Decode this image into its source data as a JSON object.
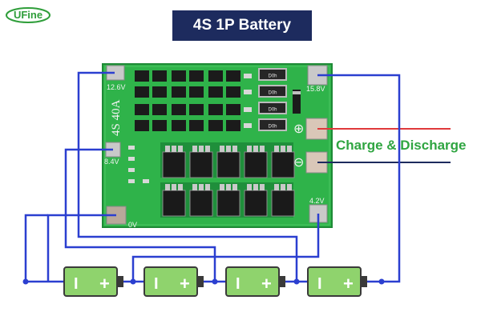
{
  "brand": {
    "logo_text": "UFine"
  },
  "title": "4S 1P Battery",
  "board": {
    "rating_text": "4S 40A",
    "resistor_text": "D0h",
    "pads": {
      "top_left": "12.6V",
      "mid_left": "8.4V",
      "bottom_left": "0V",
      "top_right": "15.8V",
      "bottom_right": "4.2V"
    }
  },
  "terminals": {
    "plus_symbol": "⊕",
    "minus_symbol": "⊖"
  },
  "charge_discharge_label": "Charge & Discharge",
  "batteries": [
    {
      "neg": "I",
      "pos": "+"
    },
    {
      "neg": "I",
      "pos": "+"
    },
    {
      "neg": "I",
      "pos": "+"
    },
    {
      "neg": "I",
      "pos": "+"
    }
  ],
  "colors": {
    "wire": "#2b3fd0",
    "positive_lead": "#e0393b",
    "negative_lead": "#1d2b5e",
    "board_green": "#2fb34a",
    "battery_green": "#8fd36d",
    "title_bg": "#1d2b5e",
    "label_green": "#2fa541"
  }
}
